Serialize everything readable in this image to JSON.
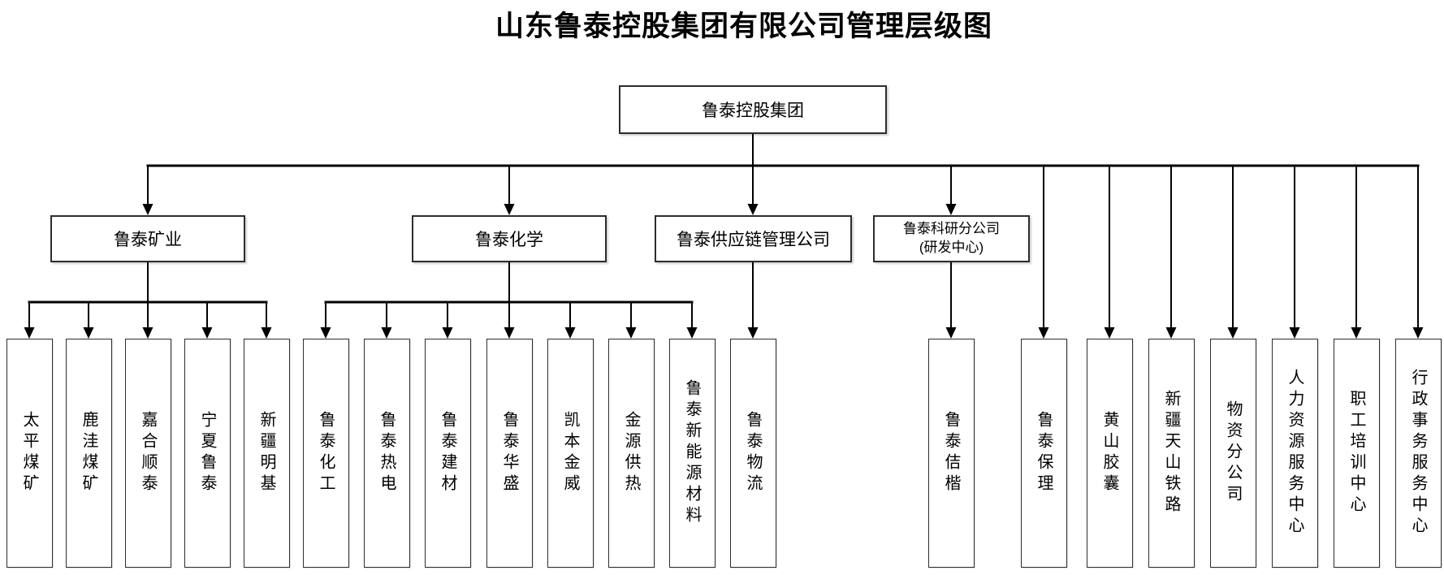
{
  "title": "山东鲁泰控股集团有限公司管理层级图",
  "root": {
    "label": "鲁泰控股集团"
  },
  "level2": [
    {
      "id": "mining",
      "label": "鲁泰矿业"
    },
    {
      "id": "chemical",
      "label": "鲁泰化学"
    },
    {
      "id": "supply",
      "label": "鲁泰供应链管理公司"
    },
    {
      "id": "research",
      "label": "鲁泰科研分公司",
      "label_line2": "(研发中心)"
    }
  ],
  "children": {
    "mining": [
      "太平煤矿",
      "鹿洼煤矿",
      "嘉合顺泰",
      "宁夏鲁泰",
      "新疆明基"
    ],
    "chemical": [
      "鲁泰化工",
      "鲁泰热电",
      "鲁泰建材",
      "鲁泰华盛",
      "凯本金威",
      "金源供热",
      "鲁泰新能源材料"
    ],
    "supply": [
      "鲁泰物流"
    ],
    "research": [
      "鲁泰佶楷"
    ],
    "root_direct": [
      "鲁泰保理",
      "黄山胶囊",
      "新疆天山铁路",
      "物资分公司",
      "人力资源服务中心",
      "职工培训中心",
      "行政事务服务中心"
    ]
  },
  "colors": {
    "line": "#000000",
    "box_border": "#2d2d2d",
    "background": "#ffffff",
    "text": "#000000"
  }
}
